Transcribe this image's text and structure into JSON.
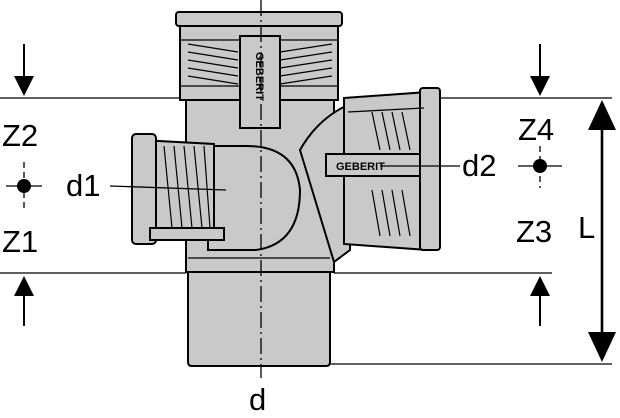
{
  "labels": {
    "z1": "Z1",
    "z2": "Z2",
    "z3": "Z3",
    "z4": "Z4",
    "d": "d",
    "d1": "d1",
    "d2": "d2",
    "L": "L"
  },
  "brand": {
    "text": "GEBERIT"
  },
  "colors": {
    "part_fill": "#c9c9c9",
    "line": "#000000",
    "background": "#ffffff"
  }
}
